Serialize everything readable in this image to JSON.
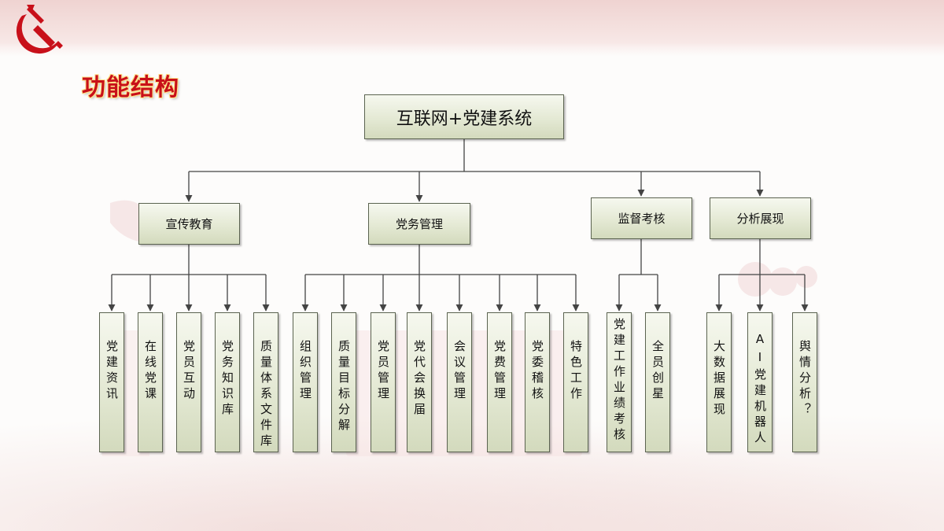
{
  "page_title": "功能结构",
  "root": "互联网+党建系统",
  "categories": [
    {
      "label": "宣传教育",
      "children": [
        "党建资讯",
        "在线党课",
        "党员互动",
        "党务知识库",
        "质量体系文件库"
      ]
    },
    {
      "label": "党务管理",
      "children": [
        "组织管理",
        "质量目标分解",
        "党员管理",
        "党代会换届",
        "会议管理",
        "党费管理",
        "党委稽核",
        "特色工作"
      ]
    },
    {
      "label": "监督考核",
      "children": [
        "党建工作业绩考核",
        "全员创星"
      ]
    },
    {
      "label": "分析展现",
      "children": [
        "大数据展现",
        "AI党建机器人",
        "舆情分析？"
      ]
    }
  ],
  "colors": {
    "title": "#c8101a",
    "box_fill": "#e4e9d4",
    "box_border": "#5b6350",
    "line": "#444444"
  }
}
